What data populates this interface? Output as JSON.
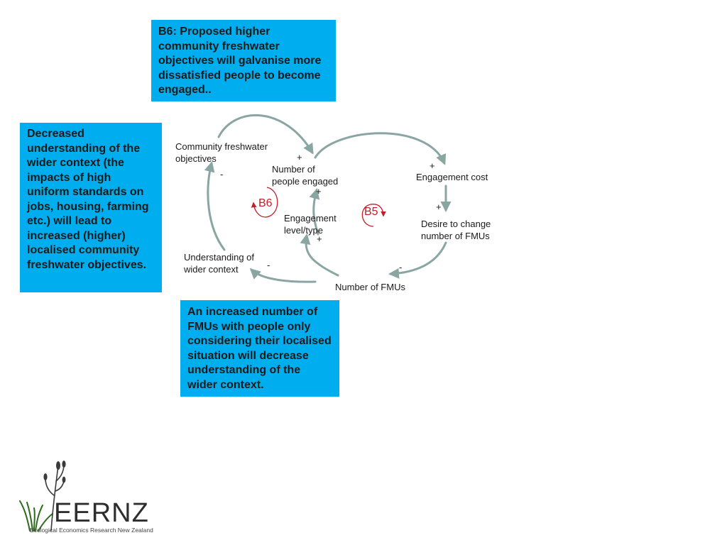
{
  "callouts": {
    "b6": "B6: Proposed higher community freshwater objectives will galvanise more dissatisfied people to become engaged..",
    "context": "Decreased understanding of the wider context (the impacts of high uniform standards on jobs, housing, farming etc.) will lead to increased (higher) localised community freshwater objectives.",
    "fmus": "An increased number of FMUs with people only considering their localised situation will decrease understanding of the wider context."
  },
  "variables": {
    "community_objectives": "Community freshwater\nobjectives",
    "people_engaged": "Number of\npeople engaged",
    "engagement_cost": "Engagement cost",
    "engagement_level": "Engagement\nlevel/type",
    "desire_change": "Desire to change\nnumber of FMUs",
    "understanding": "Understanding of\nwider context",
    "number_fmus": "Number of FMUs"
  },
  "signs": {
    "objectives_to_engaged": "+",
    "understanding_to_objectives": "-",
    "engaged_to_cost": "+",
    "level_to_engaged": "+",
    "cost_to_desire": "+",
    "fmus_to_level": "+",
    "fmus_to_understanding": "-",
    "desire_to_fmus": "-"
  },
  "loops": {
    "b6": "B6",
    "b5": "B5"
  },
  "logo": {
    "wordmark": "EERNZ",
    "tagline": "Ecological Economics Research New Zealand"
  },
  "colors": {
    "callout_fill": "#00aeef",
    "link_stroke": "#8aa6a3",
    "loop_marker": "#c0202a"
  }
}
